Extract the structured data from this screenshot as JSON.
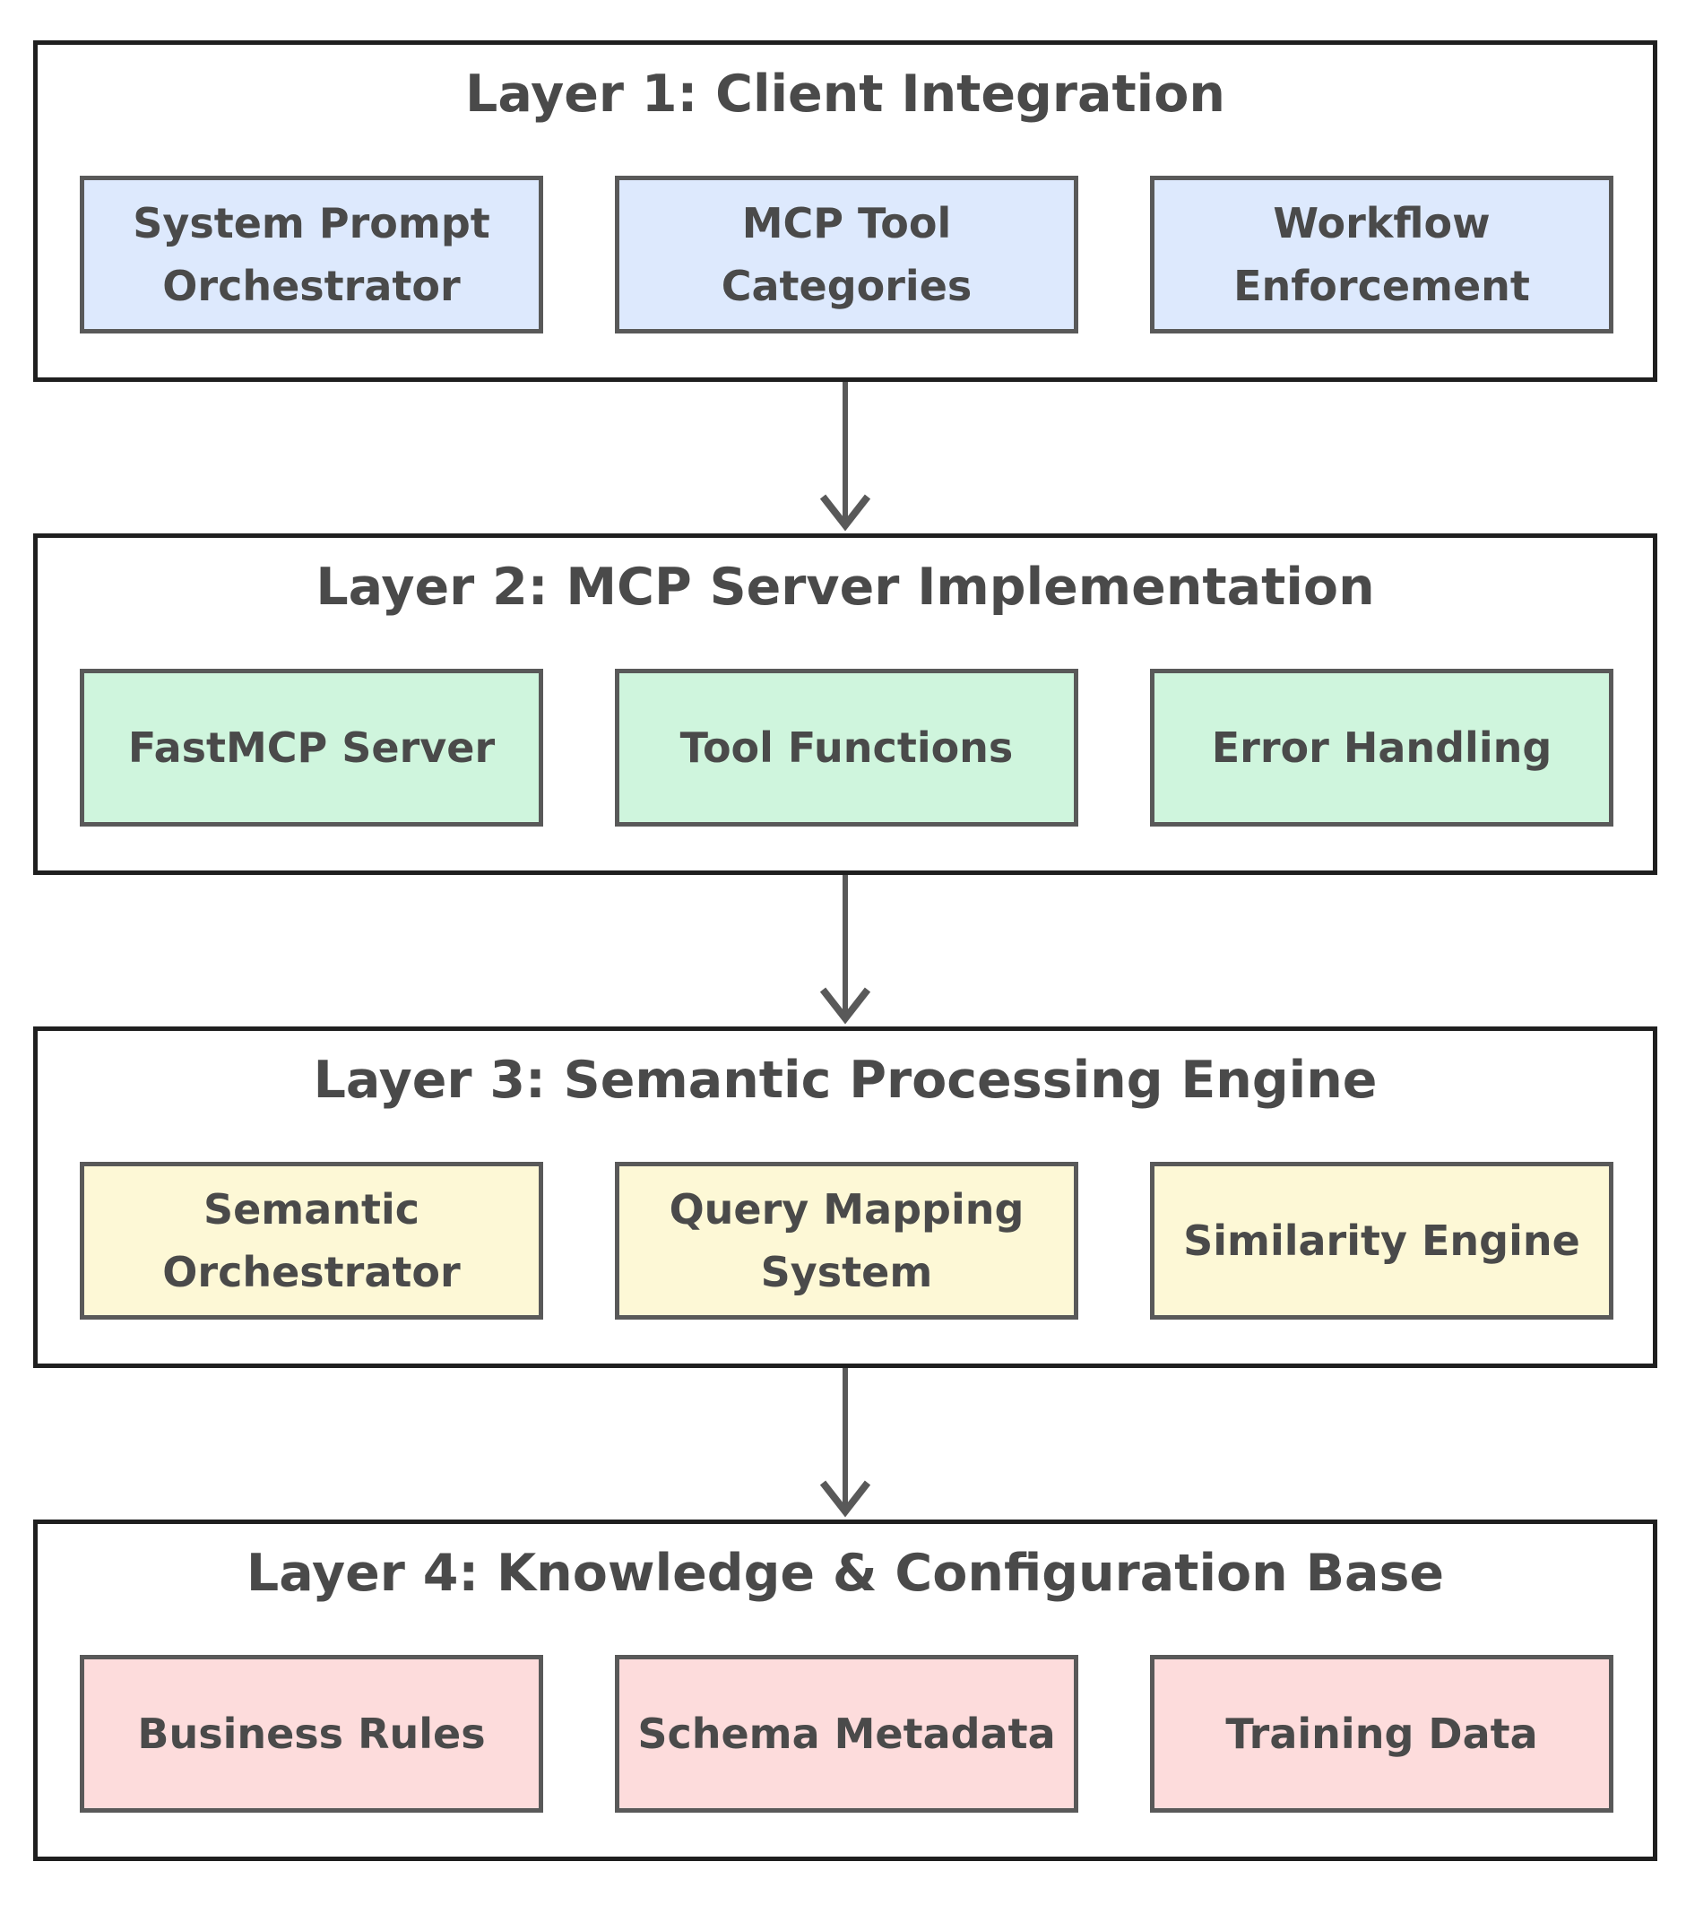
{
  "colors": {
    "layer_border": "#1f1f1f",
    "component_border": "#595959",
    "text": "#4a4a4a",
    "arrow": "#595959"
  },
  "layers": [
    {
      "title": "Layer 1: Client Integration",
      "fill": "#dde9fd",
      "components": [
        {
          "label": "System Prompt\nOrchestrator"
        },
        {
          "label": "MCP Tool\nCategories"
        },
        {
          "label": "Workflow\nEnforcement"
        }
      ]
    },
    {
      "title": "Layer 2: MCP Server Implementation",
      "fill": "#cff5dd",
      "components": [
        {
          "label": "FastMCP Server"
        },
        {
          "label": "Tool Functions"
        },
        {
          "label": "Error Handling"
        }
      ]
    },
    {
      "title": "Layer 3: Semantic Processing Engine",
      "fill": "#fdf8d6",
      "components": [
        {
          "label": "Semantic\nOrchestrator"
        },
        {
          "label": "Query Mapping\nSystem"
        },
        {
          "label": "Similarity Engine"
        }
      ]
    },
    {
      "title": "Layer 4: Knowledge & Configuration Base",
      "fill": "#fddcdc",
      "components": [
        {
          "label": "Business Rules"
        },
        {
          "label": "Schema Metadata"
        },
        {
          "label": "Training Data"
        }
      ]
    }
  ],
  "flow": [
    {
      "from": "Layer 1: Client Integration",
      "to": "Layer 2: MCP Server Implementation"
    },
    {
      "from": "Layer 2: MCP Server Implementation",
      "to": "Layer 3: Semantic Processing Engine"
    },
    {
      "from": "Layer 3: Semantic Processing Engine",
      "to": "Layer 4: Knowledge & Configuration Base"
    }
  ]
}
